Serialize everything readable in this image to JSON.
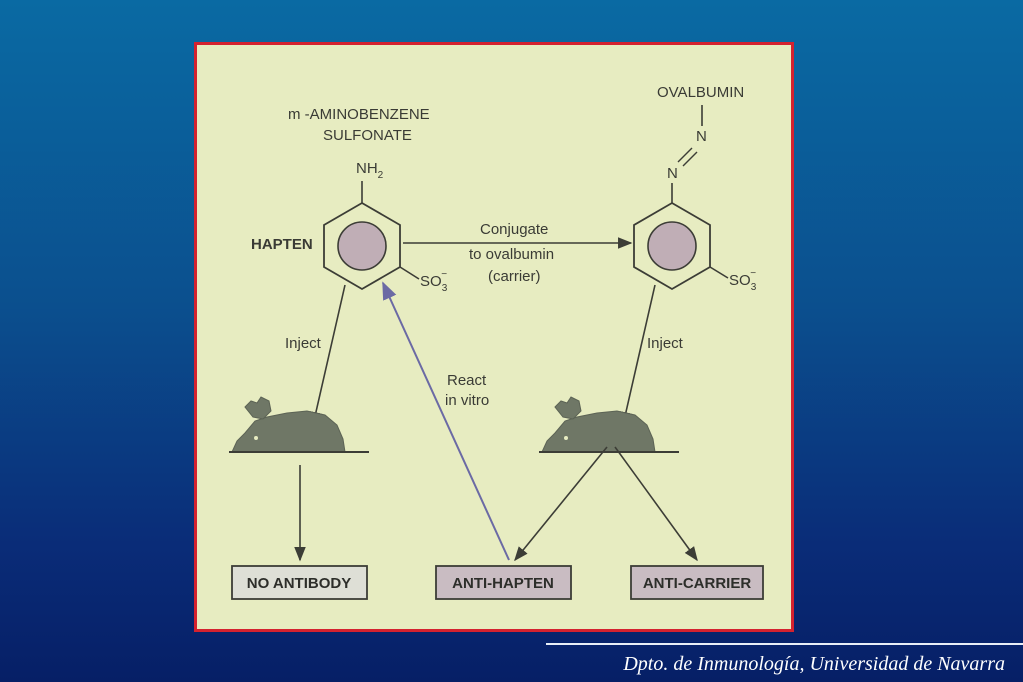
{
  "diagram": {
    "left": {
      "title_line1": "m -AMINOBENZENE",
      "title_line2": "SULFONATE",
      "nh2_base": "NH",
      "nh2_sub": "2",
      "so3_base": "SO",
      "so3_sub": "3",
      "so3_sup": "−",
      "hapten_label": "HAPTEN",
      "inject_label": "Inject"
    },
    "right": {
      "ovalbumin": "OVALBUMIN",
      "n_top": "N",
      "n_bottom": "N",
      "so3_base": "SO",
      "so3_sub": "3",
      "so3_sup": "−",
      "inject_label": "Inject"
    },
    "conjugate_line1": "Conjugate",
    "conjugate_line2": "to ovalbumin",
    "conjugate_line3": "(carrier)",
    "react_line1": "React",
    "react_line2": "in vitro",
    "boxes": {
      "no_antibody": "NO ANTIBODY",
      "anti_hapten": "ANTI-HAPTEN",
      "anti_carrier": "ANTI-CARRIER"
    },
    "colors": {
      "panel_bg": "#e7ecc1",
      "frame_border": "#d4222f",
      "ring_fill": "#c0aeb6",
      "box_gray": "#dedfd6",
      "box_mauve": "#c9bcc2",
      "mouse": "#6f7766",
      "react_arrow": "#6b6aa4"
    }
  },
  "footer": {
    "credit": "Dpto. de Inmunología, Universidad de Navarra"
  }
}
